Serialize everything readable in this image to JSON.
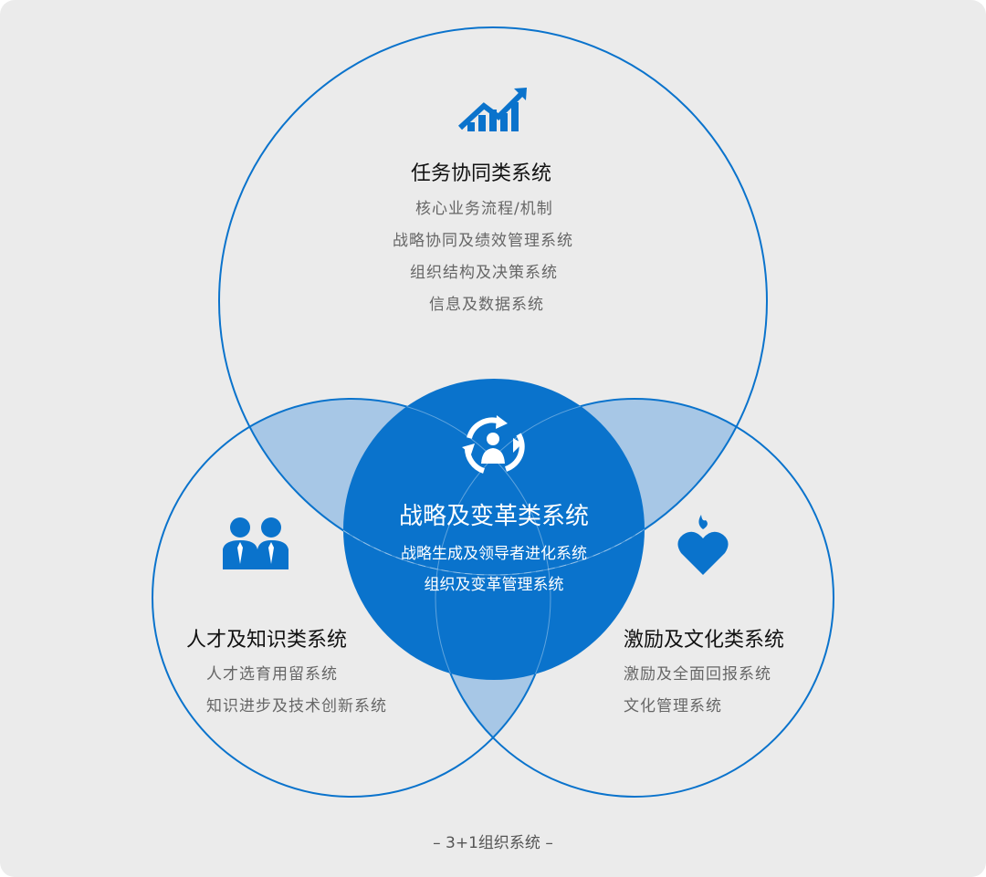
{
  "colors": {
    "primary": "#0a73cc",
    "overlap": "#a7c7e6",
    "background": "#ebebeb"
  },
  "top": {
    "icon": "growth-chart-icon",
    "title": "任务协同类系统",
    "items": [
      "核心业务流程/机制",
      "战略协同及绩效管理系统",
      "组织结构及决策系统",
      "信息及数据系统"
    ]
  },
  "center": {
    "icon": "cycle-person-icon",
    "title": "战略及变革类系统",
    "items": [
      "战略生成及领导者进化系统",
      "组织及变革管理系统"
    ]
  },
  "left": {
    "icon": "people-icon",
    "title": "人才及知识类系统",
    "items": [
      "人才选育用留系统",
      "知识进步及技术创新系统"
    ]
  },
  "right": {
    "icon": "heart-flame-icon",
    "title": "激励及文化类系统",
    "items": [
      "激励及全面回报系统",
      "文化管理系统"
    ]
  },
  "caption": "– 3+1组织系统 –"
}
